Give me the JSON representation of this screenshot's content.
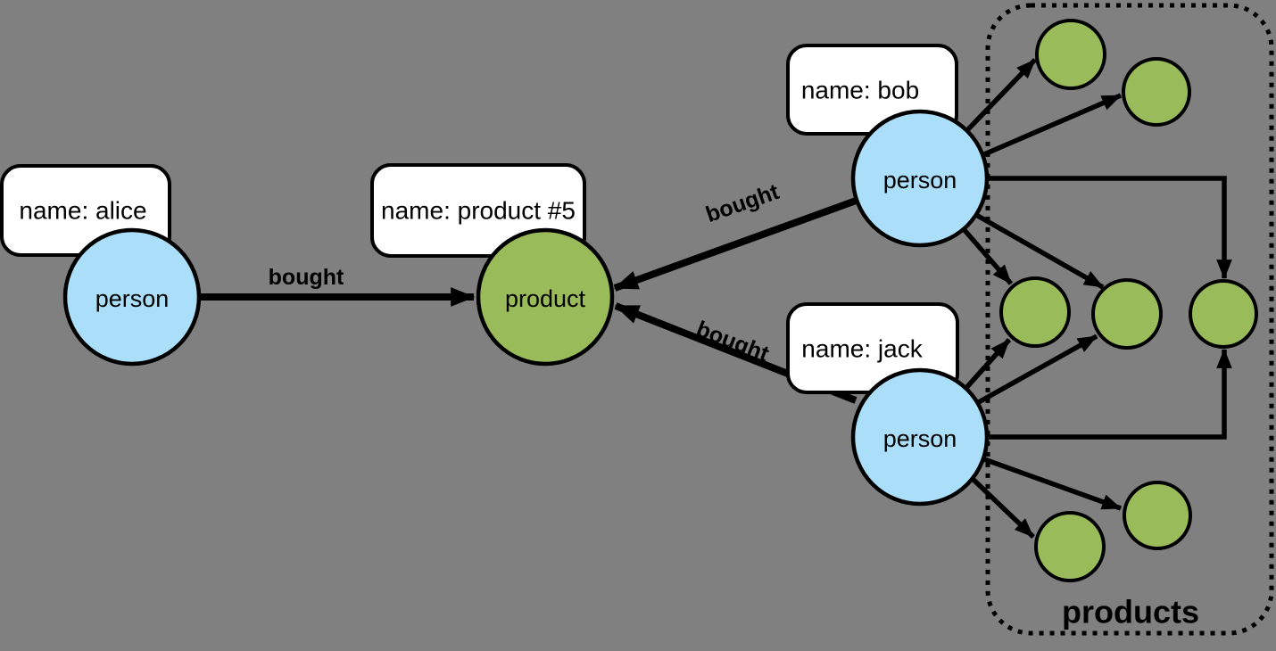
{
  "diagram": {
    "type": "property-graph",
    "background_color": "#808080",
    "colors": {
      "person_node_fill": "#ABDFF9",
      "product_node_fill": "#9ABB59",
      "outline": "#000000",
      "property_box_fill": "#FFFFFF",
      "text": "#000000"
    },
    "nodes": {
      "alice": {
        "label": "person",
        "property": "name: alice"
      },
      "bob": {
        "label": "person",
        "property": "name: bob"
      },
      "jack": {
        "label": "person",
        "property": "name: jack"
      },
      "product5": {
        "label": "product",
        "property": "name: product #5"
      }
    },
    "edges": {
      "alice_bought": {
        "label": "bought",
        "from": "alice",
        "to": "product #5"
      },
      "bob_bought": {
        "label": "bought",
        "from": "bob",
        "to": "product #5"
      },
      "jack_bought": {
        "label": "bought",
        "from": "jack",
        "to": "product #5"
      },
      "bob_unlabeled_arrows_to_products": 5,
      "jack_unlabeled_arrows_to_products": 5,
      "products_shared_by_bob_and_jack": 3
    },
    "products_group": {
      "label": "products",
      "circle_count": 7
    }
  }
}
